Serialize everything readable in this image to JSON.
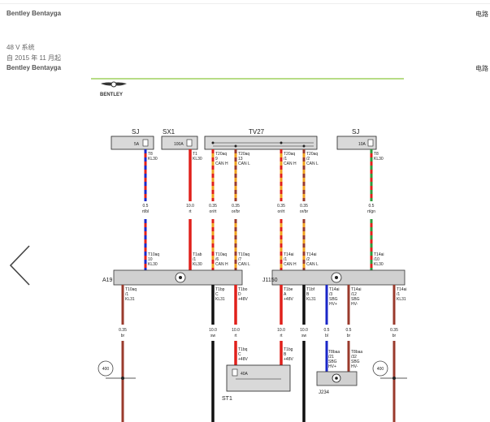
{
  "header": {
    "vehicle_top": "Bentley Bentayga",
    "section_top": "电路",
    "system": "48 V 系统",
    "date": "自 2015 年 11 月起",
    "vehicle": "Bentley Bentayga",
    "section": "电路"
  },
  "logo": {
    "text": "BENTLEY"
  },
  "diagram": {
    "fuses": [
      {
        "label": "SJ",
        "rating": "5A"
      },
      {
        "label": "SX1",
        "rating": "100A"
      },
      {
        "label": "TV27"
      },
      {
        "label": "SJ",
        "rating": "10A"
      }
    ],
    "wires": [
      {
        "pin_top": "T8\nKL30",
        "size": "0.5",
        "color": "rt/bl",
        "pin_bot": "T10aq\n10\nKL30"
      },
      {
        "pin_top": "T1\nKL30",
        "size": "10.0",
        "color": "rt",
        "pin_bot": "T1ab\n/1\nKL30"
      },
      {
        "pin_top": "T20aq\n9\nCAN H",
        "size": "0.35",
        "color": "or/rt",
        "pin_bot": "T10aq\n/6\nCAN H"
      },
      {
        "pin_top": "T20aq\n13\nCAN L",
        "size": "0.35",
        "color": "or/br",
        "pin_bot": "T10aq\n/7\nCAN L"
      },
      {
        "pin_top": "T20aq\n/1\nCAN H",
        "size": "0.35",
        "color": "or/rt",
        "pin_bot": "T14ai\n/1\nCAN H"
      },
      {
        "pin_top": "T20aq\n/2\nCAN L",
        "size": "0.35",
        "color": "or/br",
        "pin_bot": "T14ai\n/2\nCAN L"
      },
      {
        "pin_top": "T8\nKL30",
        "size": "0.5",
        "color": "rt/gn",
        "pin_bot": "T14ai\n/10\nKL30"
      }
    ],
    "modules": [
      {
        "label": "A19"
      },
      {
        "label": "J1150"
      }
    ],
    "lower_wires": [
      {
        "pin": "T10aq\n/1\nKL31",
        "size": "0.35",
        "color": "br"
      },
      {
        "pin": "T1bp\nC\nKL31",
        "size": "10.0",
        "color": "sw"
      },
      {
        "pin": "T1bo\nD\n+48V",
        "size": "10.0",
        "color": "rt"
      },
      {
        "pin": "T1be\nA\n+48V",
        "size": "10.0",
        "color": "rt"
      },
      {
        "pin": "T1bf\nB\nKL31",
        "size": "10.0",
        "color": "sw"
      },
      {
        "pin": "T14ai\n/3\nSBG\nHV+",
        "size": "0.5",
        "color": "bl"
      },
      {
        "pin": "T14ai\n/12\nSBG\nHV-",
        "size": "0.5",
        "color": "br"
      },
      {
        "pin": "T14ai\n/1\nKL31",
        "size": "0.35",
        "color": "br"
      }
    ],
    "st1": {
      "label": "ST1",
      "rating": "40A",
      "pin_left": "T1bq\nC\n+48V",
      "pin_right": "T1bg\nB\n+48V"
    },
    "j234": {
      "label": "J234",
      "pin_left": "T8baa\n/21\nSBG\nHV+",
      "pin_right": "T8baa\n/32\nSBG\nHV-"
    },
    "grounds": [
      {
        "label": "400"
      },
      {
        "label": "400"
      }
    ]
  }
}
